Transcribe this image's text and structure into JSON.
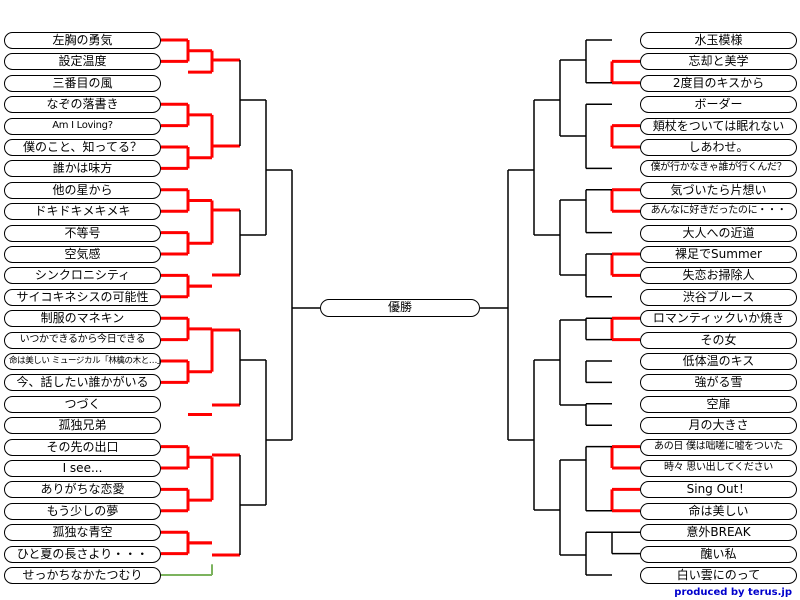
{
  "bracket": {
    "left_entries": [
      "左胸の勇気",
      "設定温度",
      "三番目の風",
      "なぞの落書き",
      "Am I Loving?",
      "僕のこと、知ってる？",
      "誰かは味方",
      "他の星から",
      "ドキドキメキメキ",
      "不等号",
      "空気感",
      "シンクロニシティ",
      "サイコキネシスの可能性",
      "制服のマネキン",
      "いつかできるから今日できる",
      "命は美しい ミュージカル「林檎の木と…」",
      "今、話したい誰かがいる",
      "つづく",
      "孤独兄弟",
      "その先の出口",
      "I see...",
      "ありがちな恋愛",
      "もう少しの夢",
      "孤独な青空",
      "ひと夏の長さより・・・",
      "せっかちなかたつむり"
    ],
    "right_entries": [
      "水玉模様",
      "忘却と美学",
      "2度目のキスから",
      "ボーダー",
      "頬杖をついては眠れない",
      "しあわせ。",
      "僕が行かなきゃ誰が行くんだ？",
      "気づいたら片想い",
      "あんなに好きだったのに・・・",
      "大人への近道",
      "裸足でSummer",
      "失恋お掃除人",
      "渋谷ブルース",
      "ロマンティックいか焼き",
      "その女",
      "低体温のキス",
      "強がる雪",
      "空扉",
      "月の大きさ",
      "あの日 僕は咄嗟に嘘をついた",
      "時々 思い出してください",
      "Sing Out！",
      "命は美しい",
      "意外BREAK",
      "醜い私",
      "白い雲にのって"
    ],
    "champion_label": "優勝",
    "credit": "produced by terus.jp"
  },
  "colors": {
    "win": "#ff0000",
    "open": "#7cb35e",
    "line": "#000000",
    "entry_border": "#000000"
  }
}
